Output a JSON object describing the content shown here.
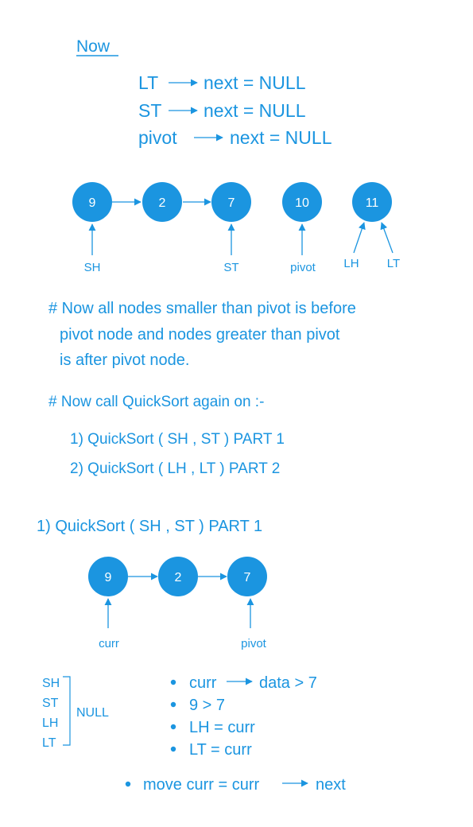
{
  "colors": {
    "accent": "#1b95e0",
    "node_text": "#ffffff"
  },
  "heading_now": "Now",
  "null_lines": [
    "LT",
    "next = NULL",
    "ST",
    "next = NULL",
    "pivot",
    "next = NULL"
  ],
  "diagram1": {
    "nodes": [
      "9",
      "2",
      "7",
      "10",
      "11"
    ],
    "labels": {
      "sh": "SH",
      "st": "ST",
      "pivot": "pivot",
      "lh": "LH",
      "lt": "LT"
    }
  },
  "note1": [
    "# Now all nodes smaller than pivot is before",
    "pivot node and nodes greater than pivot",
    "is after pivot node."
  ],
  "note2": "# Now call QuickSort again on :-",
  "calls": [
    "1) QuickSort  ( SH , ST )  PART 1",
    "2) QuickSort  ( LH , LT )  PART 2"
  ],
  "part1_heading": "1)   QuickSort  ( SH , ST )  PART 1",
  "diagram2": {
    "nodes": [
      "9",
      "2",
      "7"
    ],
    "labels": {
      "curr": "curr",
      "pivot": "pivot"
    }
  },
  "null_group": {
    "items": [
      "SH",
      "ST",
      "LH",
      "LT"
    ],
    "label": "NULL"
  },
  "bullets": [
    "curr",
    "data > 7",
    "9 > 7",
    "LH = curr",
    "LT = curr"
  ],
  "move_bullet": [
    "move curr = curr",
    "next"
  ]
}
